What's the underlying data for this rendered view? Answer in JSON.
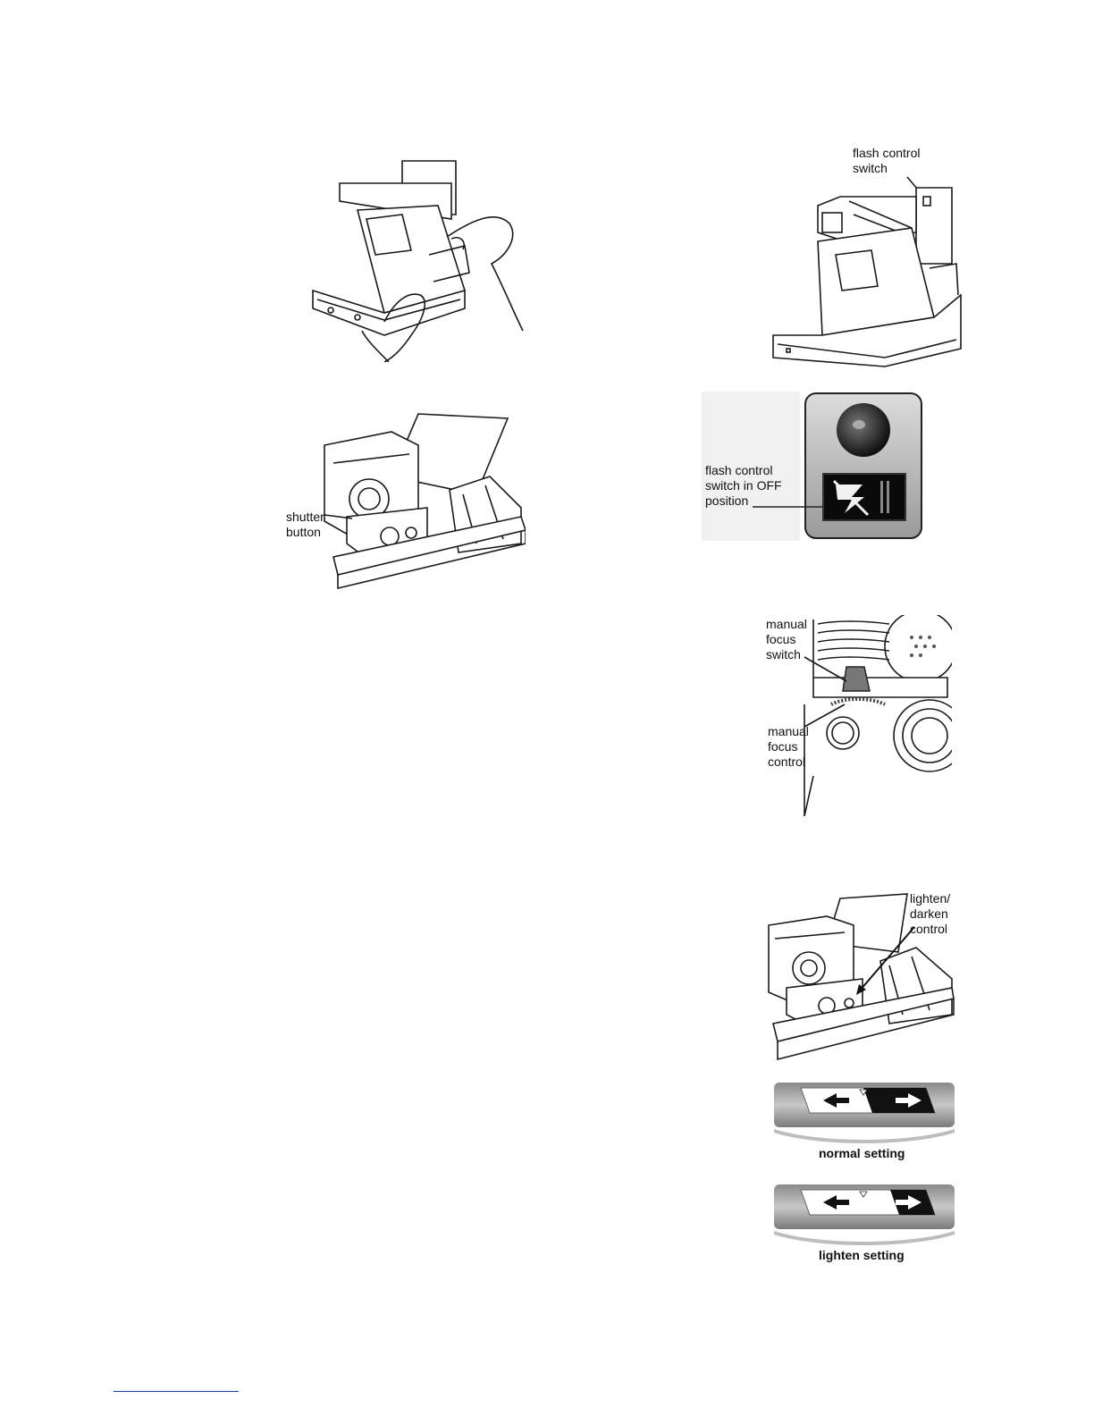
{
  "figures": {
    "film_insert": {
      "icons": [
        "camera-open-icon",
        "hand-icon"
      ]
    },
    "shutter": {
      "label_line1": "shutter",
      "label_line2": "button"
    },
    "flash_camera": {
      "label_line1": "flash control",
      "label_line2": "switch"
    },
    "flash_switch": {
      "label_line1": "flash control",
      "label_line2": "switch in OFF",
      "label_line3": "position"
    },
    "manual_focus": {
      "switch_line1": "manual",
      "switch_line2": "focus",
      "switch_line3": "switch",
      "control_line1": "manual",
      "control_line2": "focus",
      "control_line3": "control"
    },
    "lighten_darken": {
      "label_line1": "lighten/",
      "label_line2": "darken",
      "label_line3": "control"
    },
    "dial_normal": {
      "caption": "normal setting",
      "level": 0.5
    },
    "dial_lighten": {
      "caption": "lighten setting",
      "level": 0.3
    }
  },
  "colors": {
    "ink": "#111111",
    "footer_rule": "#1a3fb8"
  }
}
